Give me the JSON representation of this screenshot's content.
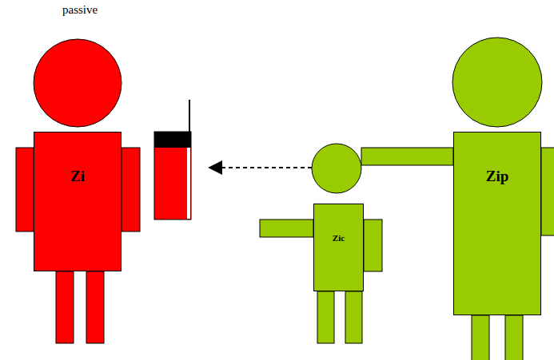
{
  "diagram": {
    "nodes": [
      {
        "text": [
          "Zi"
        ]
      },
      {
        "text": [
          "Zic"
        ]
      },
      {
        "text": [
          "Zip"
        ]
      }
    ],
    "labels": [
      "passive"
    ]
  }
}
